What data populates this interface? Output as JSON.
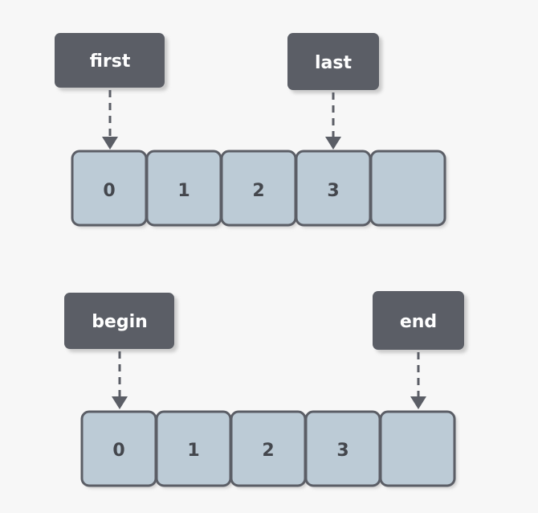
{
  "colors": {
    "background": "#f7f7f7",
    "label_fill": "#5b5e66",
    "label_text": "#ffffff",
    "cell_fill": "#bccbd6",
    "cell_stroke": "#5b5e66",
    "cell_text": "#44474d"
  },
  "diagrams": [
    {
      "pointers": [
        {
          "id": "first",
          "label": "first",
          "points_to_index": 0
        },
        {
          "id": "last",
          "label": "last",
          "points_to_index": 3
        }
      ],
      "cells": [
        "0",
        "1",
        "2",
        "3",
        ""
      ]
    },
    {
      "pointers": [
        {
          "id": "begin",
          "label": "begin",
          "points_to_index": 0
        },
        {
          "id": "end",
          "label": "end",
          "points_to_index": 4
        }
      ],
      "cells": [
        "0",
        "1",
        "2",
        "3",
        ""
      ]
    }
  ]
}
